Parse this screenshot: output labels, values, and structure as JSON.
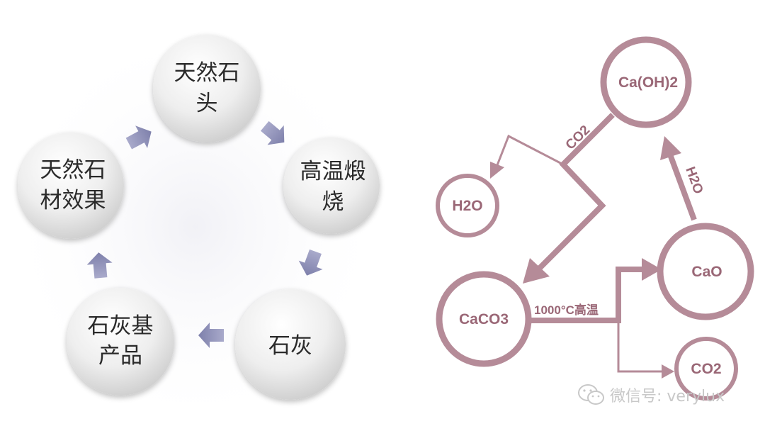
{
  "cycle": {
    "nodes": [
      {
        "id": "natural-stone",
        "lines": [
          "天然石",
          "头"
        ]
      },
      {
        "id": "calcination",
        "lines": [
          "高温煅",
          "烧"
        ]
      },
      {
        "id": "lime",
        "lines": [
          "石灰"
        ]
      },
      {
        "id": "lime-products",
        "lines": [
          "石灰基",
          "产品"
        ]
      },
      {
        "id": "natural-stone-effect",
        "lines": [
          "天然石",
          "材效果"
        ]
      }
    ],
    "colors": {
      "arrow": "#8f90b6",
      "circle_light": "#ffffff",
      "circle_dark": "#c9c9c9"
    }
  },
  "chemistry": {
    "nodes": {
      "caoh2": "Ca(OH)2",
      "h2o": "H2O",
      "caco3": "CaCO3",
      "cao": "CaO",
      "co2": "CO2"
    },
    "labels": {
      "co2_arrow": "CO2",
      "h2o_arrow": "H2O",
      "heat": "1000°C高温"
    },
    "colors": {
      "stroke": "#b58b98",
      "text": "#9a6776"
    }
  },
  "watermark": {
    "text": "微信号: verylux",
    "icon": "wechat-icon"
  }
}
